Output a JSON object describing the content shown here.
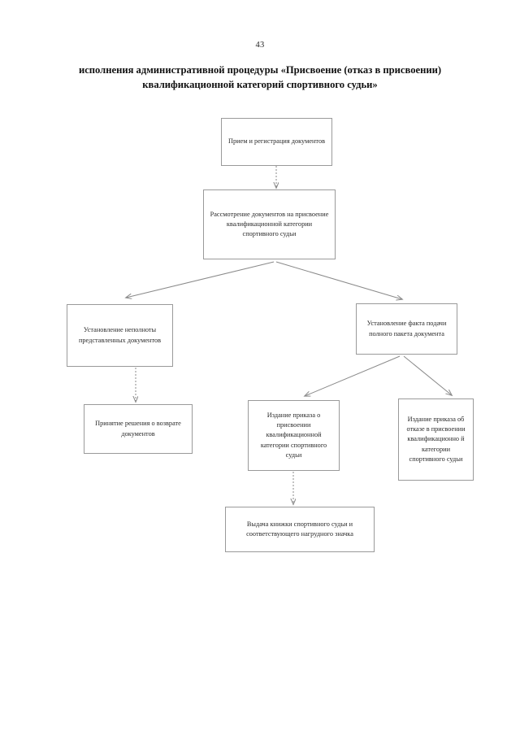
{
  "document": {
    "page_number": "43",
    "title": "исполнения административной процедуры «Присвоение (отказ в присвоении) квалификационной категорий спортивного судьи»"
  },
  "colors": {
    "page_background": "#ffffff",
    "text": "#2b2b2b",
    "box_border": "#9a9a9a",
    "connector": "#8a8a8a"
  },
  "chart_data": {
    "type": "diagram",
    "title": "исполнения административной процедуры «Присвоение (отказ в присвоении) квалификационной категорий спортивного судьи»",
    "nodes": [
      {
        "id": "n1",
        "label": "Прием и регистрация документов"
      },
      {
        "id": "n2",
        "label": "Рассмотрение документов на присвоение квалификационной категории спортивного судьи"
      },
      {
        "id": "n3",
        "label": "Установление неполноты представленных документов"
      },
      {
        "id": "n4",
        "label": "Установление факта подачи полного пакета документа"
      },
      {
        "id": "n5",
        "label": "Принятие решения о возврате документов"
      },
      {
        "id": "n6",
        "label": "Издание приказа о присвоении квалификационной категории спортивного судьи"
      },
      {
        "id": "n7",
        "label": "Издание приказа об отказе в присвоении квалификационно й категории спортивного судьи"
      },
      {
        "id": "n8",
        "label": "Выдача книжки спортивного судьи и соответствующего нагрудного значка"
      }
    ],
    "edges": [
      {
        "from": "n1",
        "to": "n2",
        "style": "vertical-arrow"
      },
      {
        "from": "n2",
        "to": "n3",
        "style": "diagonal-arrow"
      },
      {
        "from": "n2",
        "to": "n4",
        "style": "diagonal-arrow"
      },
      {
        "from": "n3",
        "to": "n5",
        "style": "vertical-arrow"
      },
      {
        "from": "n4",
        "to": "n6",
        "style": "diagonal-arrow"
      },
      {
        "from": "n4",
        "to": "n7",
        "style": "diagonal-arrow"
      },
      {
        "from": "n6",
        "to": "n8",
        "style": "vertical-arrow"
      }
    ]
  },
  "flow": {
    "n1": {
      "label": "Прием и регистрация документов"
    },
    "n2": {
      "label": "Рассмотрение документов на присвоение квалификационной категории спортивного судьи"
    },
    "n3": {
      "label": "Установление неполноты представленных документов"
    },
    "n4": {
      "label": "Установление факта подачи полного пакета документа"
    },
    "n5": {
      "label": "Принятие решения о возврате документов"
    },
    "n6": {
      "label": "Издание приказа о присвоении квалификационной категории спортивного судьи"
    },
    "n7": {
      "label": "Издание приказа об отказе в присвоении квалификационно й категории спортивного судьи"
    },
    "n8": {
      "label": "Выдача книжки спортивного судьи и соответствующего нагрудного значка"
    }
  }
}
